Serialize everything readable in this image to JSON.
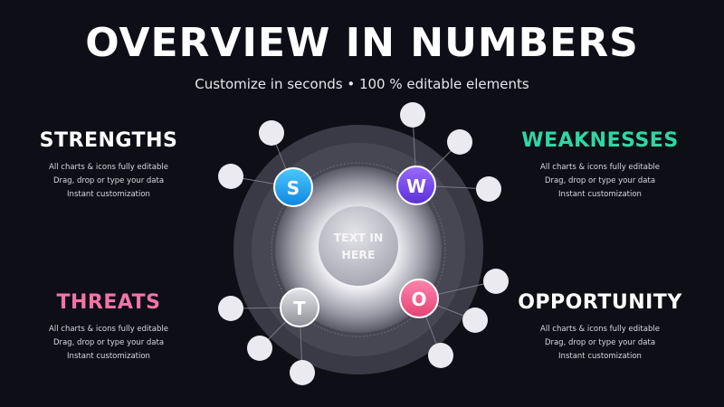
{
  "title": "OVERVIEW IN NUMBERS",
  "subtitle": "Customize in seconds • 100 % editable elements",
  "center_text": [
    "TEXT IN",
    "HERE"
  ],
  "quadrants": [
    {
      "id": "s",
      "letter": "S",
      "heading": "STRENGTHS",
      "lines": [
        "All charts & icons fully editable",
        "Drag, drop or type your data",
        "Instant customization"
      ],
      "color": "#1aa6ef"
    },
    {
      "id": "w",
      "letter": "W",
      "heading": "WEAKNESSES",
      "lines": [
        "All charts & icons fully editable",
        "Drag, drop or type your data",
        "Instant customization"
      ],
      "color": "#7b4df0"
    },
    {
      "id": "t",
      "letter": "T",
      "heading": "THREATS",
      "lines": [
        "All charts & icons fully editable",
        "Drag, drop or type your data",
        "Instant customization"
      ],
      "color": "#b9b9c1"
    },
    {
      "id": "o",
      "letter": "O",
      "heading": "OPPORTUNITY",
      "lines": [
        "All charts & icons fully editable",
        "Drag, drop or type your data",
        "Instant customization"
      ],
      "color": "#f0608f"
    }
  ],
  "colors": {
    "background": "#0e0e17",
    "weakness_heading": "#2fd6a6",
    "threats_heading": "#f274a6"
  }
}
